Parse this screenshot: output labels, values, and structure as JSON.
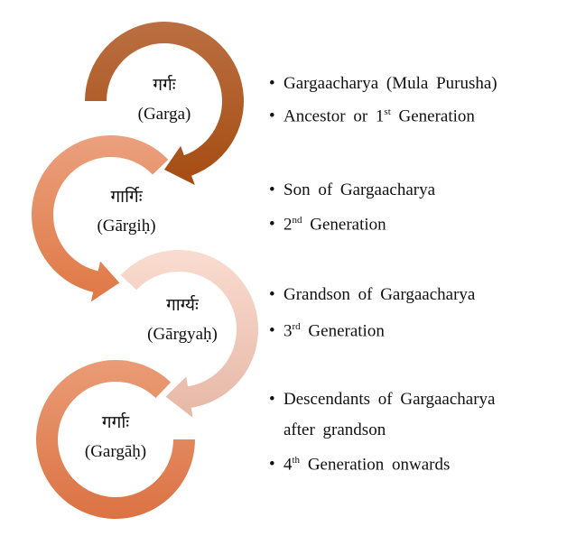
{
  "generations": [
    {
      "sanskrit": "गर्गः",
      "name": "(Garga)",
      "colors": [
        "#bb6f42",
        "#a54c12"
      ],
      "bullets": [
        {
          "text": "Gargaacharya (Mula Purusha)"
        },
        {
          "text": "Ancestor or 1",
          "sup": "st",
          "after": " Generation"
        }
      ]
    },
    {
      "sanskrit": "गार्गिः",
      "name": "(Gārgiḥ)",
      "colors": [
        "#eba07e",
        "#df7845"
      ],
      "bullets": [
        {
          "text": "Son of Gargaacharya"
        },
        {
          "text": "2",
          "sup": "nd",
          "after": " Generation"
        }
      ]
    },
    {
      "sanskrit": "गार्ग्यः",
      "name": "(Gārgyaḥ)",
      "colors": [
        "#f9dcd0",
        "#e7b7a6"
      ],
      "bullets": [
        {
          "text": "Grandson of Gargaacharya"
        },
        {
          "text": "3",
          "sup": "rd",
          "after": " Generation"
        }
      ]
    },
    {
      "sanskrit": "गर्गाः",
      "name": "(Gargāḥ)",
      "colors": [
        "#ea9c76",
        "#db7243"
      ],
      "bullets": [
        {
          "text": "Descendants of Gargaacharya"
        },
        {
          "text": "after grandson",
          "indent": true
        },
        {
          "text": "4",
          "sup": "th",
          "after": " Generation onwards"
        }
      ]
    }
  ]
}
